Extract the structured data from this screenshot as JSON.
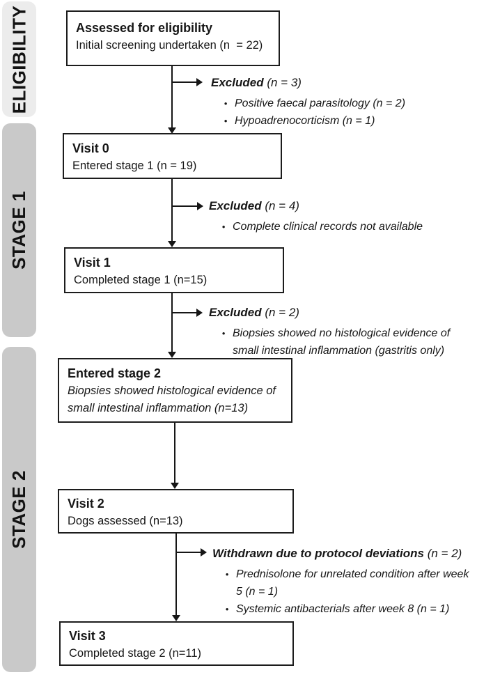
{
  "sidebar": {
    "sections": [
      {
        "label": "ELIGIBILITY",
        "color": "#ececec"
      },
      {
        "label": "STAGE 1",
        "color": "#c9c9c9"
      },
      {
        "label": "STAGE 2",
        "color": "#c9c9c9"
      }
    ]
  },
  "flow": {
    "boxes": [
      {
        "title": "Assessed for eligibility",
        "body": "Initial screening undertaken (n  = 22)"
      },
      {
        "title": "Visit 0",
        "body": "Entered stage 1 (n = 19)"
      },
      {
        "title": "Visit 1",
        "body": "Completed stage 1 (n=15)"
      },
      {
        "title": "Entered stage 2",
        "body": "Biopsies showed histological evidence of\nsmall intestinal inflammation (n=13)"
      },
      {
        "title": "Visit 2",
        "body": "Dogs assessed (n=13)"
      },
      {
        "title": "Visit 3",
        "body": "Completed stage 2 (n=11)"
      }
    ],
    "branches": [
      {
        "heading": "Excluded",
        "count": "(n = 3)",
        "bullets": [
          "Positive faecal parasitology (n = 2)",
          "Hypoadrenocorticism (n = 1)"
        ]
      },
      {
        "heading": "Excluded",
        "count": "(n = 4)",
        "bullets": [
          "Complete clinical records not available"
        ]
      },
      {
        "heading": "Excluded",
        "count": "(n = 2)",
        "bullets": [
          "Biopsies showed no histological evidence of small intestinal inflammation (gastritis only)"
        ]
      },
      {
        "heading": "Withdrawn due to protocol deviations",
        "count": "(n = 2)",
        "bullets": [
          "Prednisolone for unrelated condition after week 5 (n = 1)",
          "Systemic antibacterials after week 8 (n = 1)"
        ]
      }
    ]
  }
}
